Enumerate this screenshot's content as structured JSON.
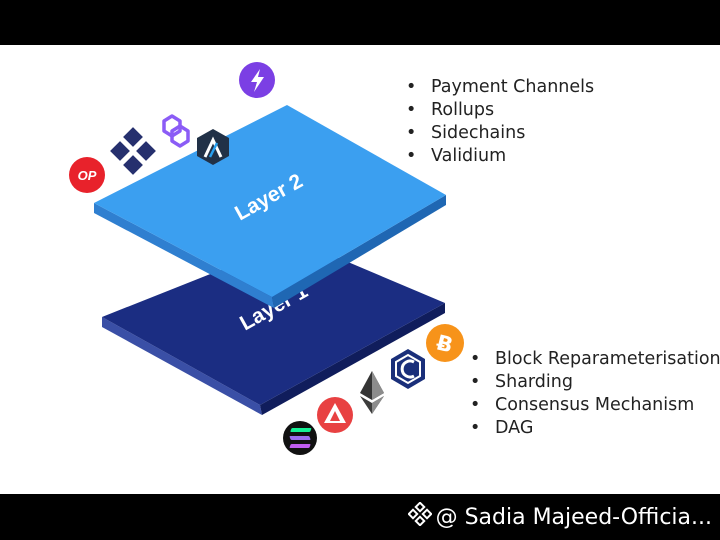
{
  "diagram": {
    "layer2": {
      "label": "Layer 2",
      "color": "#3b9ff0"
    },
    "layer1": {
      "label": "Layer 1",
      "color": "#1b2d82"
    },
    "layer2_items": [
      "Payment Channels",
      "Rollups",
      "Sidechains",
      "Validium"
    ],
    "layer1_items": [
      "Block Reparameterisation",
      "Sharding",
      "Consensus Mechanism",
      "DAG"
    ],
    "layer2_logos": [
      {
        "name": "optimism-logo",
        "text": "OP",
        "color": "#e8222b"
      },
      {
        "name": "diamond-cluster-logo",
        "color": "#26306e"
      },
      {
        "name": "polygon-logo",
        "color": "#8b5cf6"
      },
      {
        "name": "arbitrum-logo",
        "color": "#213147"
      },
      {
        "name": "lightning-logo",
        "color": "#7b3fe4"
      }
    ],
    "layer1_logos": [
      {
        "name": "solana-logo",
        "color": "#111111"
      },
      {
        "name": "avalanche-logo",
        "color": "#e84142"
      },
      {
        "name": "ethereum-logo",
        "color": "#343434"
      },
      {
        "name": "cardano-c-logo",
        "color": "#1a2f7a"
      },
      {
        "name": "bitcoin-logo",
        "color": "#f7931a"
      }
    ]
  },
  "watermark": {
    "text": "@ Sadia Majeed-Officia..."
  }
}
